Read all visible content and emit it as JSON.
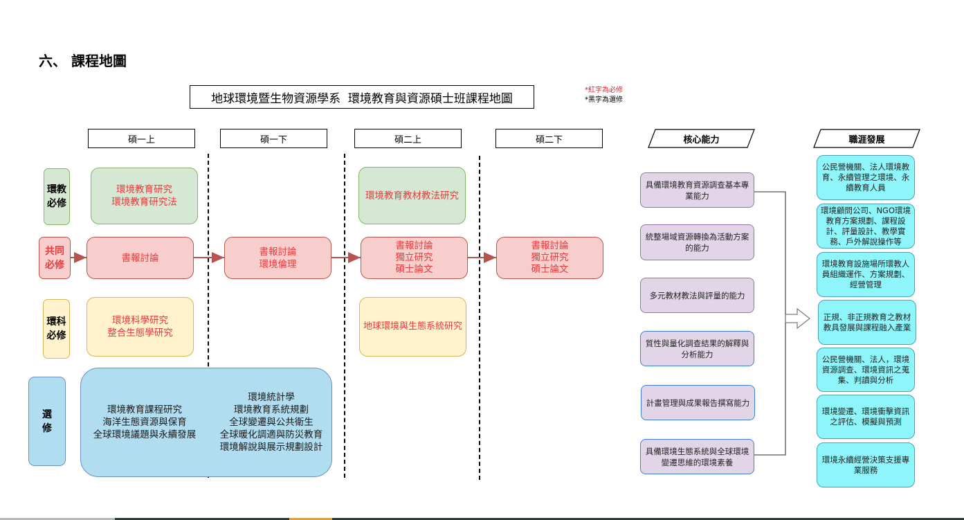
{
  "section_title": "六、 課程地圖",
  "map_title": "地球環境暨生物資源學系  環境教育與資源碩士班課程地圖",
  "legend": {
    "required": "*紅字為必修",
    "elective": "*黑字為選修"
  },
  "semesters": [
    "碩一上",
    "碩一下",
    "碩二上",
    "碩二下"
  ],
  "headers": {
    "core": "核心能力",
    "career": "職涯發展"
  },
  "categories": {
    "env_edu_required": "環教\n必修",
    "common_required": "共同\n必修",
    "env_sci_required": "環科\n必修",
    "elective": "選\n修"
  },
  "courses": {
    "env_edu": {
      "y1s1": "環境教育研究\n環境教育研究法",
      "y2s1": "環境教育教材教法研究"
    },
    "common": {
      "y1s1": "書報討論",
      "y1s2": "書報討論\n環境倫理",
      "y2s1": "書報討論\n獨立研究\n碩士論文",
      "y2s2": "書報討論\n獨立研究\n碩士論文"
    },
    "env_sci": {
      "y1s1": "環境科學研究\n整合生態學研究",
      "y2s1": "地球環境與生態系統研究"
    },
    "elective": {
      "y1s1": "環境教育課程研究\n海洋生態資源與保育\n全球環境議題與永續發展",
      "y1s2": "環境統計學\n環境教育系統規劃\n全球變遷與公共衛生\n全球暖化調適與防災教育\n環境解說與展示規劃設計"
    }
  },
  "core_competencies": [
    "具備環境教育資源調查基本專業能力",
    "統整場域資源轉換為活動方案的能力",
    "多元教材教法與評量的能力",
    "質性與量化調查結果的解釋與分析能力",
    "計畫管理與成果報告撰寫能力",
    "具備環境生態系統與全球環境變遷思維的環境素養"
  ],
  "careers": [
    "公民營機關、法人環境教育、永續管理之環境、永續教育人員",
    "環境顧問公司、NGO環境教育方案規劃、課程設計、評量設計、教學實務、戶外解說操作等",
    "環境教育設施場所環教人員組織運作、方案規劃、經營管理",
    "正規、非正規教育之教材教具發展與課程融入產業",
    "公民營機關、法人，環境資源調查、環境資訊之蒐集、判讀與分析",
    "環境變遷、環境衝擊資訊之評估、模擬與預測",
    "環境永續經營決策支援專業服務"
  ],
  "icons": {
    "flow_arrow": "arrow-right-icon",
    "hollow_arrow": "hollow-arrow-right-icon"
  },
  "colors": {
    "required_text": "#e8393c",
    "env_edu_fill": "#d5e8d4",
    "common_fill": "#f8cecc",
    "env_sci_fill": "#fff2cc",
    "elective_fill": "#b1ddf0",
    "core_fill": "#e1d5e7",
    "career_fill": "#8ef5fa"
  }
}
